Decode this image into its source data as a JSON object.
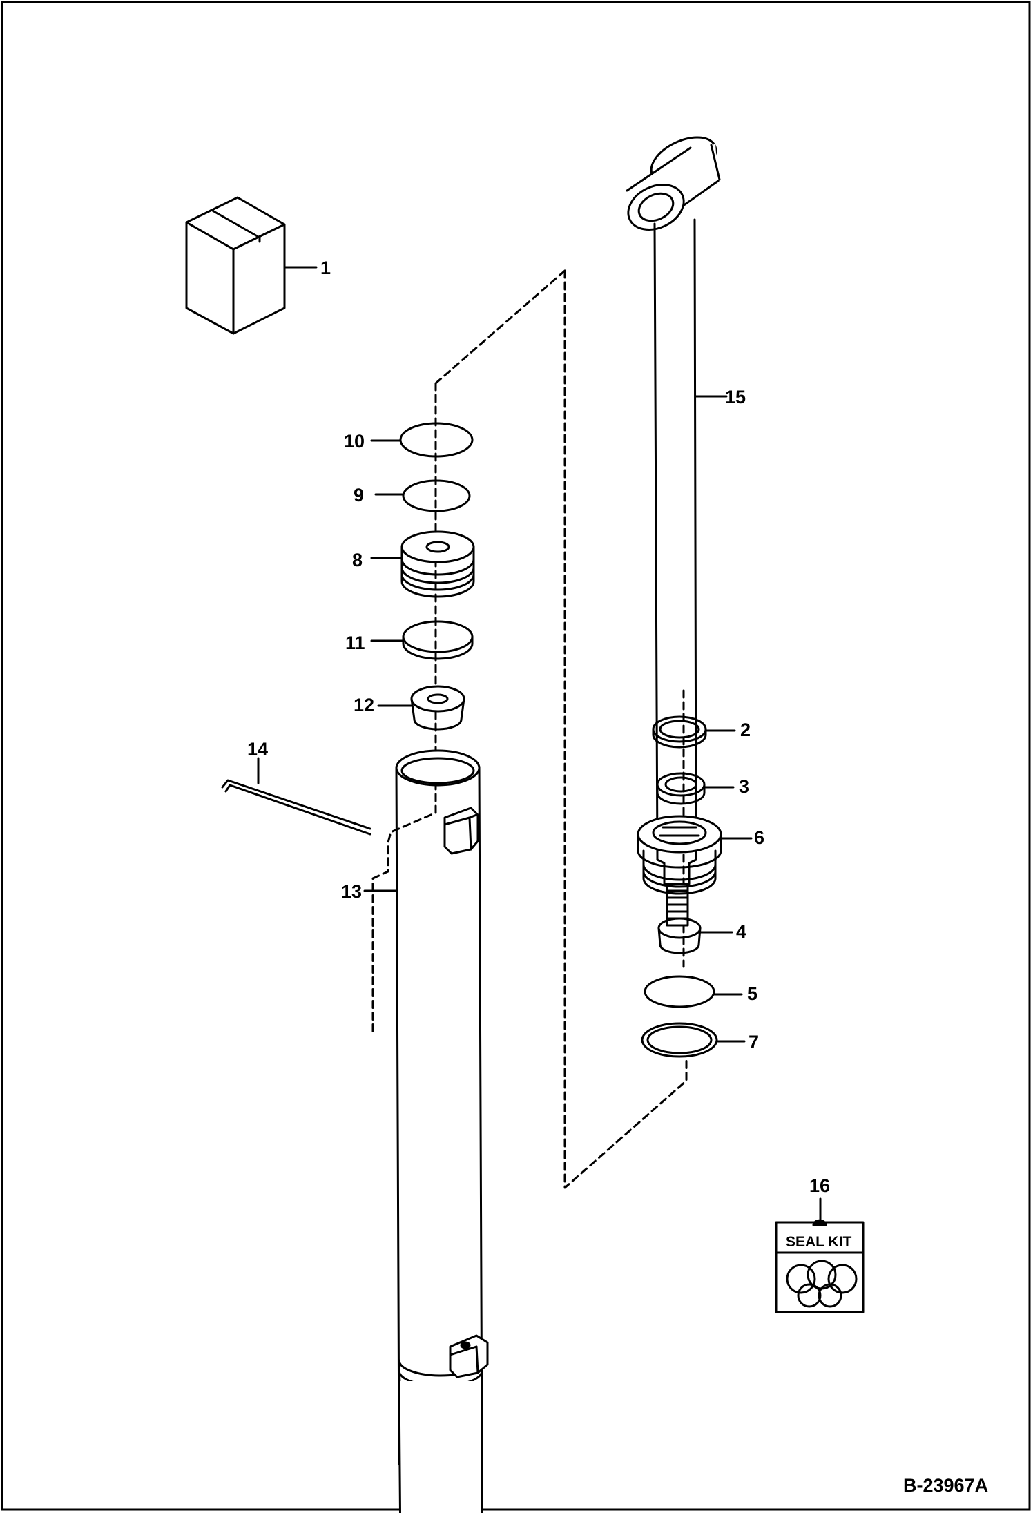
{
  "callouts": {
    "c1": "1",
    "c2": "2",
    "c3": "3",
    "c4": "4",
    "c5": "5",
    "c6": "6",
    "c7": "7",
    "c8": "8",
    "c9": "9",
    "c10": "10",
    "c11": "11",
    "c12": "12",
    "c13": "13",
    "c14": "14",
    "c15": "15",
    "c16": "16"
  },
  "seal_kit_label": "SEAL KIT",
  "figure_ref": "B-23967A",
  "colors": {
    "ink": "#000000",
    "paper": "#ffffff"
  }
}
